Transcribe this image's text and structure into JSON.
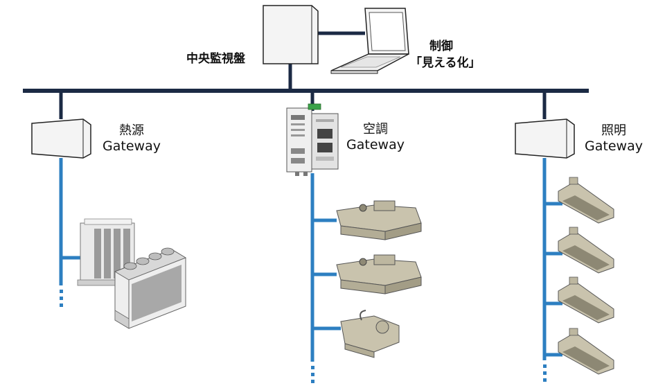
{
  "central": {
    "label": "中央監視盤"
  },
  "pc": {
    "line1": "制御",
    "line2": "「見える化」"
  },
  "gateways": [
    {
      "id": "heat",
      "name_jp": "熱源",
      "name_en": "Gateway"
    },
    {
      "id": "hvac",
      "name_jp": "空調",
      "name_en": "Gateway"
    },
    {
      "id": "light",
      "name_jp": "照明",
      "name_en": "Gateway"
    }
  ],
  "colors": {
    "backbone": "#1b2a44",
    "branch": "#2d7fc1",
    "device_fill": "#f3f3f3",
    "equipment": "#c9c3ad"
  }
}
